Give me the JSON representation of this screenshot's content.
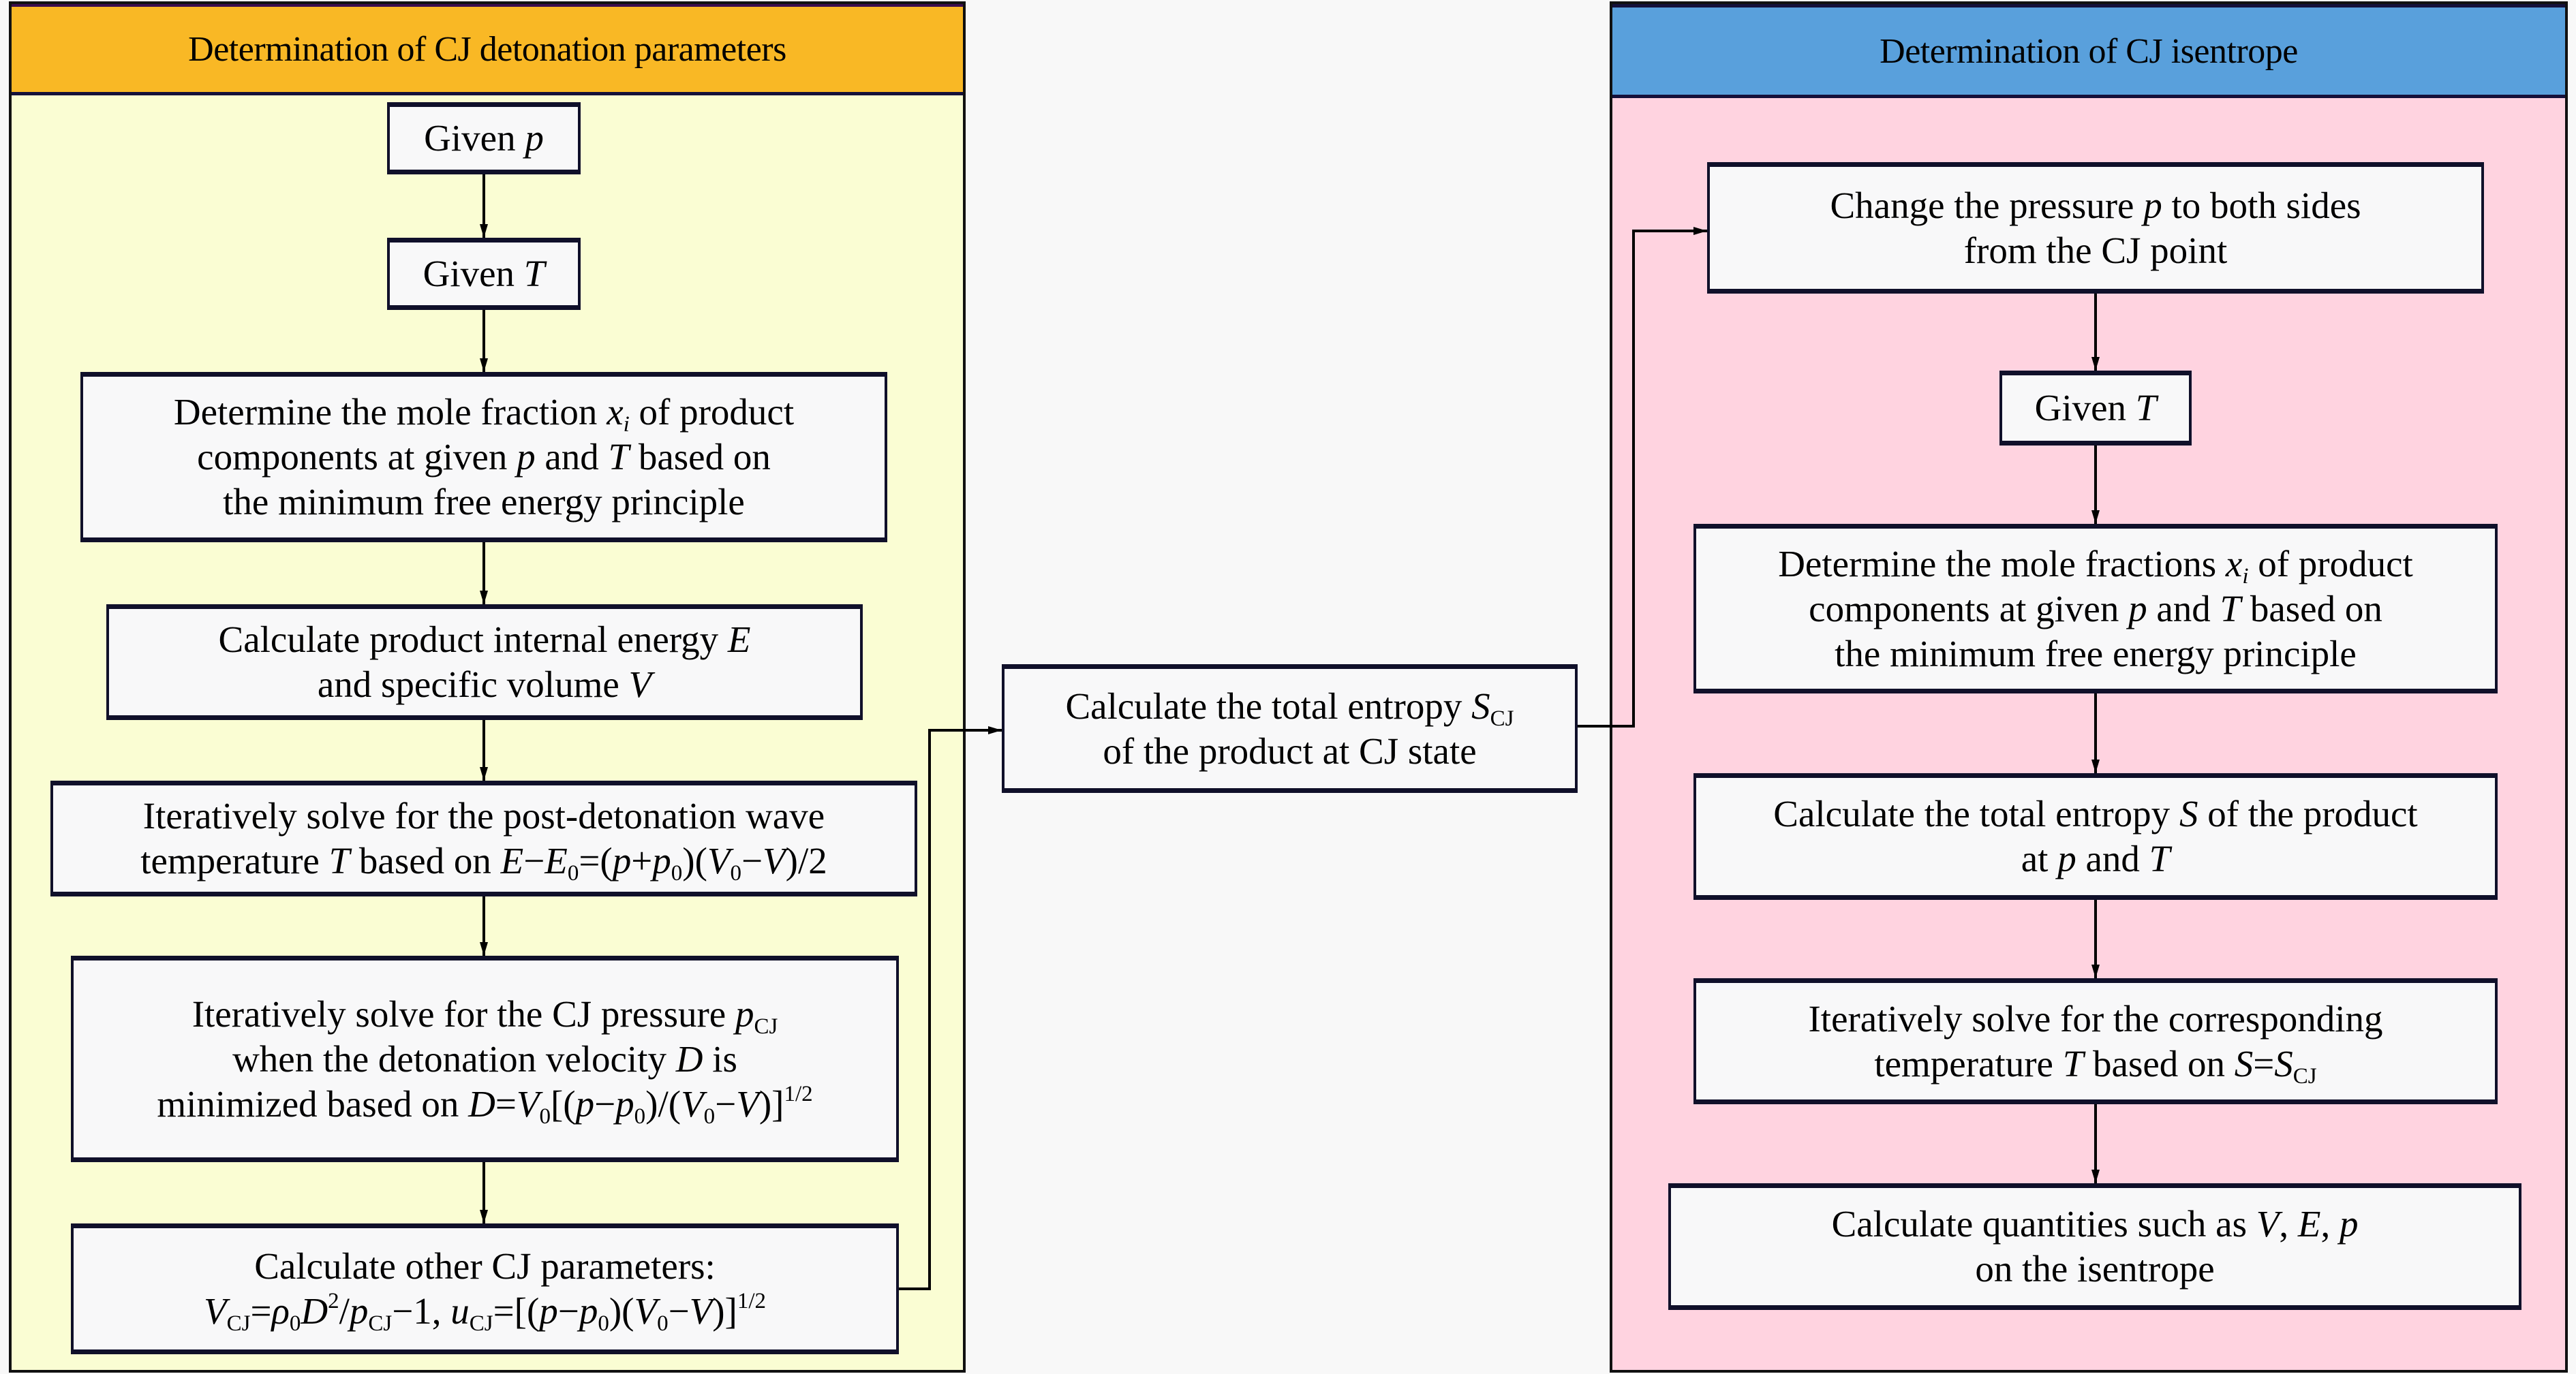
{
  "left_panel": {
    "title": "Determination of CJ detonation parameters",
    "header_color": "#F9B825",
    "body_color": "#FAFDD3",
    "steps": [
      {
        "id": "given-p",
        "parts": [
          [
            "Given "
          ],
          [
            "p",
            "i"
          ]
        ]
      },
      {
        "id": "given-t",
        "parts": [
          [
            "Given "
          ],
          [
            "T",
            "i"
          ]
        ]
      },
      {
        "id": "mole-fraction",
        "parts": [
          [
            "Determine the mole fraction "
          ],
          [
            "x",
            "i"
          ],
          [
            "i",
            "sub-i"
          ],
          [
            " of product"
          ],
          [
            "\n"
          ],
          [
            "components at given "
          ],
          [
            "p",
            "i"
          ],
          [
            " and "
          ],
          [
            "T",
            "i"
          ],
          [
            " based on"
          ],
          [
            "\n"
          ],
          [
            "the minimum free energy principle"
          ]
        ]
      },
      {
        "id": "internal-energy",
        "parts": [
          [
            "Calculate product internal energy "
          ],
          [
            "E",
            "i"
          ],
          [
            "\n"
          ],
          [
            "and specific volume "
          ],
          [
            "V",
            "i"
          ]
        ]
      },
      {
        "id": "post-detonation-temperature",
        "parts": [
          [
            "Iteratively solve for the post-detonation wave"
          ],
          [
            "\n"
          ],
          [
            "temperature "
          ],
          [
            "T",
            "i"
          ],
          [
            " based on "
          ],
          [
            "E",
            "i"
          ],
          [
            "−"
          ],
          [
            "E",
            "i"
          ],
          [
            "0",
            "sub"
          ],
          [
            "=("
          ],
          [
            "p",
            "i"
          ],
          [
            "+"
          ],
          [
            "p",
            "i"
          ],
          [
            "0",
            "sub"
          ],
          [
            ")("
          ],
          [
            "V",
            "i"
          ],
          [
            "0",
            "sub"
          ],
          [
            "−"
          ],
          [
            "V",
            "i"
          ],
          [
            ")/2"
          ]
        ]
      },
      {
        "id": "cj-pressure",
        "parts": [
          [
            "Iteratively solve for the CJ pressure "
          ],
          [
            "p",
            "i"
          ],
          [
            "CJ",
            "sub"
          ],
          [
            "\n"
          ],
          [
            "when the detonation velocity "
          ],
          [
            "D",
            "i"
          ],
          [
            " is"
          ],
          [
            "\n"
          ],
          [
            "minimized based on "
          ],
          [
            "D",
            "i"
          ],
          [
            "="
          ],
          [
            "V",
            "i"
          ],
          [
            "0",
            "sub"
          ],
          [
            "[("
          ],
          [
            "p",
            "i"
          ],
          [
            "−"
          ],
          [
            "p",
            "i"
          ],
          [
            "0",
            "sub"
          ],
          [
            ")/("
          ],
          [
            "V",
            "i"
          ],
          [
            "0",
            "sub"
          ],
          [
            "−"
          ],
          [
            "V",
            "i"
          ],
          [
            ")]"
          ],
          [
            "1/2",
            "sup"
          ]
        ]
      },
      {
        "id": "other-cj-parameters",
        "parts": [
          [
            "Calculate other CJ parameters:"
          ],
          [
            "\n"
          ],
          [
            "V",
            "i"
          ],
          [
            "CJ",
            "sub"
          ],
          [
            "="
          ],
          [
            "ρ",
            "i"
          ],
          [
            "0",
            "sub"
          ],
          [
            "D",
            "i"
          ],
          [
            "2",
            "sup"
          ],
          [
            "/"
          ],
          [
            "p",
            "i"
          ],
          [
            "CJ",
            "sub"
          ],
          [
            "−1, "
          ],
          [
            "u",
            "i"
          ],
          [
            "CJ",
            "sub"
          ],
          [
            "=[("
          ],
          [
            "p",
            "i"
          ],
          [
            "−"
          ],
          [
            "p",
            "i"
          ],
          [
            "0",
            "sub"
          ],
          [
            ")("
          ],
          [
            "V",
            "i"
          ],
          [
            "0",
            "sub"
          ],
          [
            "−"
          ],
          [
            "V",
            "i"
          ],
          [
            ")]"
          ],
          [
            "1/2",
            "sup"
          ]
        ]
      }
    ]
  },
  "center": {
    "step": {
      "id": "total-entropy-cj",
      "parts": [
        [
          "Calculate the total entropy "
        ],
        [
          "S",
          "i"
        ],
        [
          "CJ",
          "sub"
        ],
        [
          "\n"
        ],
        [
          "of the product at CJ state"
        ]
      ]
    }
  },
  "right_panel": {
    "title": "Determination of CJ isentrope",
    "header_color": "#59A0DC",
    "body_color": "#FFD3E0",
    "steps": [
      {
        "id": "change-pressure",
        "parts": [
          [
            "Change the pressure "
          ],
          [
            "p",
            "i"
          ],
          [
            " to both sides"
          ],
          [
            "\n"
          ],
          [
            "from the CJ point"
          ]
        ]
      },
      {
        "id": "given-t-isentrope",
        "parts": [
          [
            "Given "
          ],
          [
            "T",
            "i"
          ]
        ]
      },
      {
        "id": "mole-fractions-isentrope",
        "parts": [
          [
            "Determine the mole fractions "
          ],
          [
            "x",
            "i"
          ],
          [
            "i",
            "sub-i"
          ],
          [
            " of product"
          ],
          [
            "\n"
          ],
          [
            "components at given "
          ],
          [
            "p",
            "i"
          ],
          [
            " and "
          ],
          [
            "T",
            "i"
          ],
          [
            " based on"
          ],
          [
            "\n"
          ],
          [
            "the minimum free energy principle"
          ]
        ]
      },
      {
        "id": "total-entropy-s",
        "parts": [
          [
            "Calculate the total entropy "
          ],
          [
            "S",
            "i"
          ],
          [
            " of the product"
          ],
          [
            "\n"
          ],
          [
            "at "
          ],
          [
            "p",
            "i"
          ],
          [
            " and "
          ],
          [
            "T",
            "i"
          ]
        ]
      },
      {
        "id": "corresponding-temperature",
        "parts": [
          [
            "Iteratively solve for the corresponding"
          ],
          [
            "\n"
          ],
          [
            "temperature "
          ],
          [
            "T",
            "i"
          ],
          [
            " based on "
          ],
          [
            "S",
            "i"
          ],
          [
            "="
          ],
          [
            "S",
            "i"
          ],
          [
            "CJ",
            "sub"
          ]
        ]
      },
      {
        "id": "isentrope-quantities",
        "parts": [
          [
            "Calculate quantities such as "
          ],
          [
            "V",
            "i"
          ],
          [
            ", "
          ],
          [
            "E",
            "i"
          ],
          [
            ", "
          ],
          [
            "p",
            "i"
          ],
          [
            "\n"
          ],
          [
            "on the isentrope"
          ]
        ]
      }
    ]
  }
}
